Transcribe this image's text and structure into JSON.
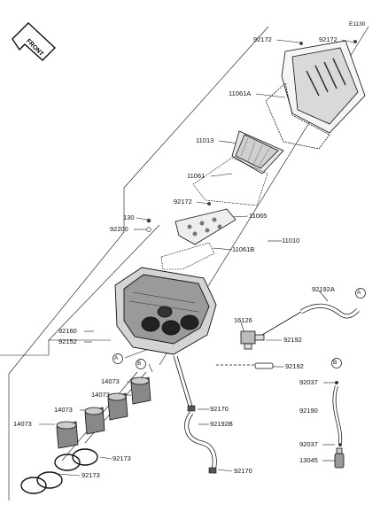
{
  "diagram_code": "E1130",
  "front_badge": "FRONT",
  "callouts": {
    "A": "A",
    "B": "B"
  },
  "parts": {
    "p92172_left": "92172",
    "p92172_right": "92172",
    "p11061A": "11061A",
    "p11013": "11013",
    "p11061": "11061",
    "p92172_mid": "92172",
    "p11065": "11065",
    "p130": "130",
    "p92200": "92200",
    "p11061B": "11061B",
    "p11010": "11010",
    "p92192A": "92192A",
    "p16126": "16126",
    "p92192_a": "92192",
    "p92192_b": "92192",
    "p92160": "92160",
    "p92152": "92152",
    "p14073_1": "14073",
    "p14073_2": "14073",
    "p14073_3": "14073",
    "p14073_4": "14073",
    "p92170_a": "92170",
    "p92192B": "92192B",
    "p92173_a": "92173",
    "p92173_b": "92173",
    "p92170_b": "92170",
    "p92037_a": "92037",
    "p92190": "92190",
    "p92037_b": "92037",
    "p13045": "13045"
  }
}
